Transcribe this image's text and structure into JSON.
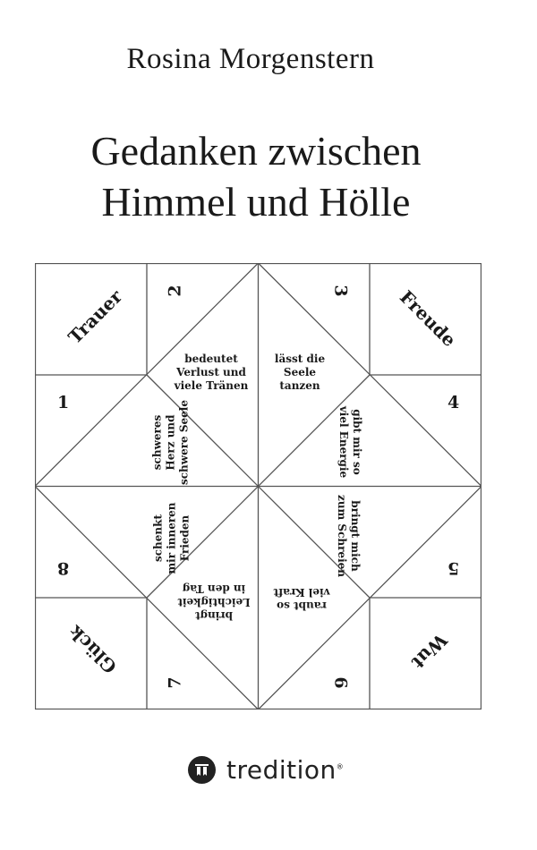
{
  "cover": {
    "author": "Rosina Morgenstern",
    "title_line1": "Gedanken zwischen",
    "title_line2": "Himmel und Hölle"
  },
  "fortune_teller": {
    "corners": {
      "top_left": "Trauer",
      "top_right": "Freude",
      "bottom_right": "Wut",
      "bottom_left": "Glück"
    },
    "numbers": [
      "1",
      "2",
      "3",
      "4",
      "5",
      "6",
      "7",
      "8"
    ],
    "phrases": {
      "trauer_a": "bedeutet\nVerlust und\nviele Tränen",
      "trauer_b": "schweres\nHerz und\nschwere Seele",
      "freude_a": "lässt die\nSeele\ntanzen",
      "freude_b": "gibt mir so\nviel Energie",
      "wut_a": "bringt mich\nzum Schreien",
      "wut_b": "raubt so\nviel Kraft",
      "glueck_a": "bringt\nLeichtigkeit\nin den Tag",
      "glueck_b": "schenkt\nmir inneren\nFrieden"
    }
  },
  "publisher": {
    "name": "tredition",
    "mark": "®",
    "logo_icon": "tredition-logo-icon"
  },
  "colors": {
    "ink": "#1a1a1a",
    "lines": "#555555",
    "background": "#ffffff"
  }
}
